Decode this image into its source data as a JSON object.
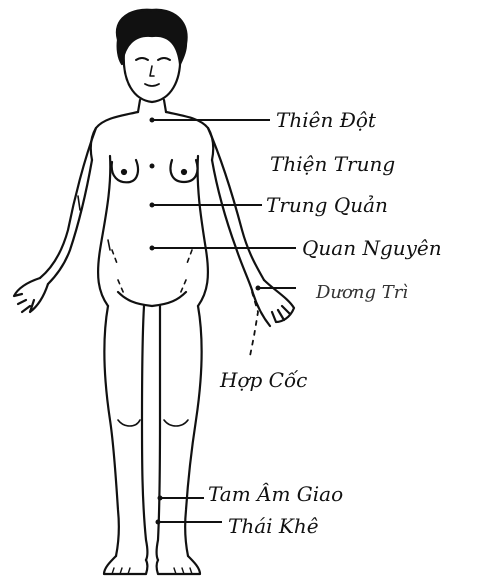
{
  "labels": {
    "thien_dot": "Thiên Đột",
    "thien_trung": "Thiện Trung",
    "trung_quan": "Trung Quản",
    "quan_nguyen": "Quan Nguyên",
    "duong_tri": "Dương Trì",
    "hop_coc": "Hợp Cốc",
    "tam_am_giao": "Tam Âm Giao",
    "thai_khe": "Thái Khê"
  },
  "colors": {
    "ink": "#111111",
    "background": "#ffffff"
  }
}
